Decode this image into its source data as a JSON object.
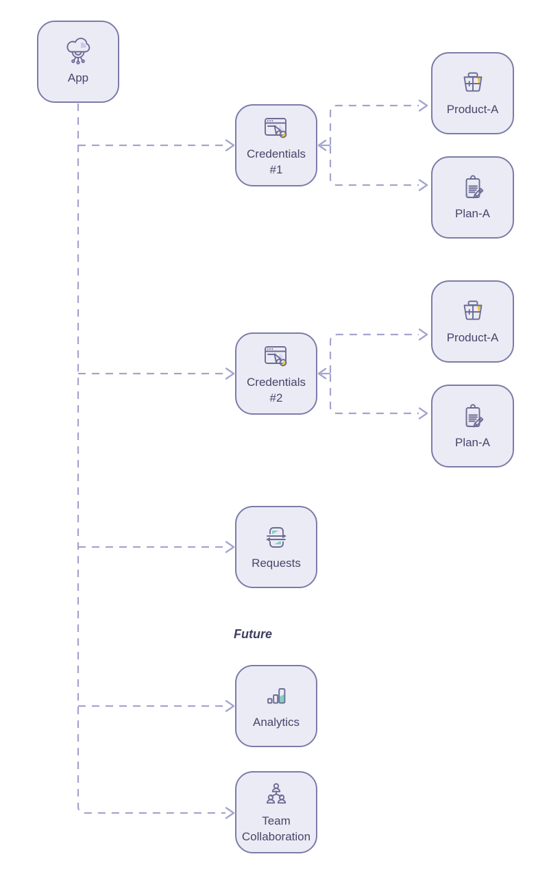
{
  "colors": {
    "node_fill": "#ebebf5",
    "node_border": "#7b7ba8",
    "connector_line": "#a3a3ce",
    "label_text": "#45456a",
    "accent_yellow": "#f0c23f",
    "accent_teal": "#7ed4b9",
    "accent_pink": "#f2919f",
    "icon_stroke": "#6b6b95",
    "icon_shade": "#d6d6ee"
  },
  "diagram": {
    "future_label": "Future",
    "nodes": [
      {
        "id": "app",
        "label": "App",
        "icon": "cloud-app-icon"
      },
      {
        "id": "credentials-1",
        "label": "Credentials\n#1",
        "icon": "window-key-icon"
      },
      {
        "id": "product-a-1",
        "label": "Product-A",
        "icon": "basket-icon"
      },
      {
        "id": "plan-a-1",
        "label": "Plan-A",
        "icon": "clipboard-pencil-icon"
      },
      {
        "id": "credentials-2",
        "label": "Credentials\n#2",
        "icon": "window-key-icon"
      },
      {
        "id": "product-a-2",
        "label": "Product-A",
        "icon": "basket-icon"
      },
      {
        "id": "plan-a-2",
        "label": "Plan-A",
        "icon": "clipboard-pencil-icon"
      },
      {
        "id": "requests",
        "label": "Requests",
        "icon": "swap-cards-icon"
      },
      {
        "id": "analytics",
        "label": "Analytics",
        "icon": "bar-chart-icon"
      },
      {
        "id": "team",
        "label": "Team\nCollaboration",
        "icon": "team-people-icon"
      }
    ],
    "edges": [
      {
        "from": "app",
        "to": "credentials-1"
      },
      {
        "from": "app",
        "to": "credentials-2"
      },
      {
        "from": "app",
        "to": "requests"
      },
      {
        "from": "app",
        "to": "analytics"
      },
      {
        "from": "app",
        "to": "team"
      },
      {
        "from": "credentials-1",
        "to": "product-a-1"
      },
      {
        "from": "credentials-1",
        "to": "plan-a-1"
      },
      {
        "from": "credentials-2",
        "to": "product-a-2"
      },
      {
        "from": "credentials-2",
        "to": "plan-a-2"
      }
    ]
  }
}
